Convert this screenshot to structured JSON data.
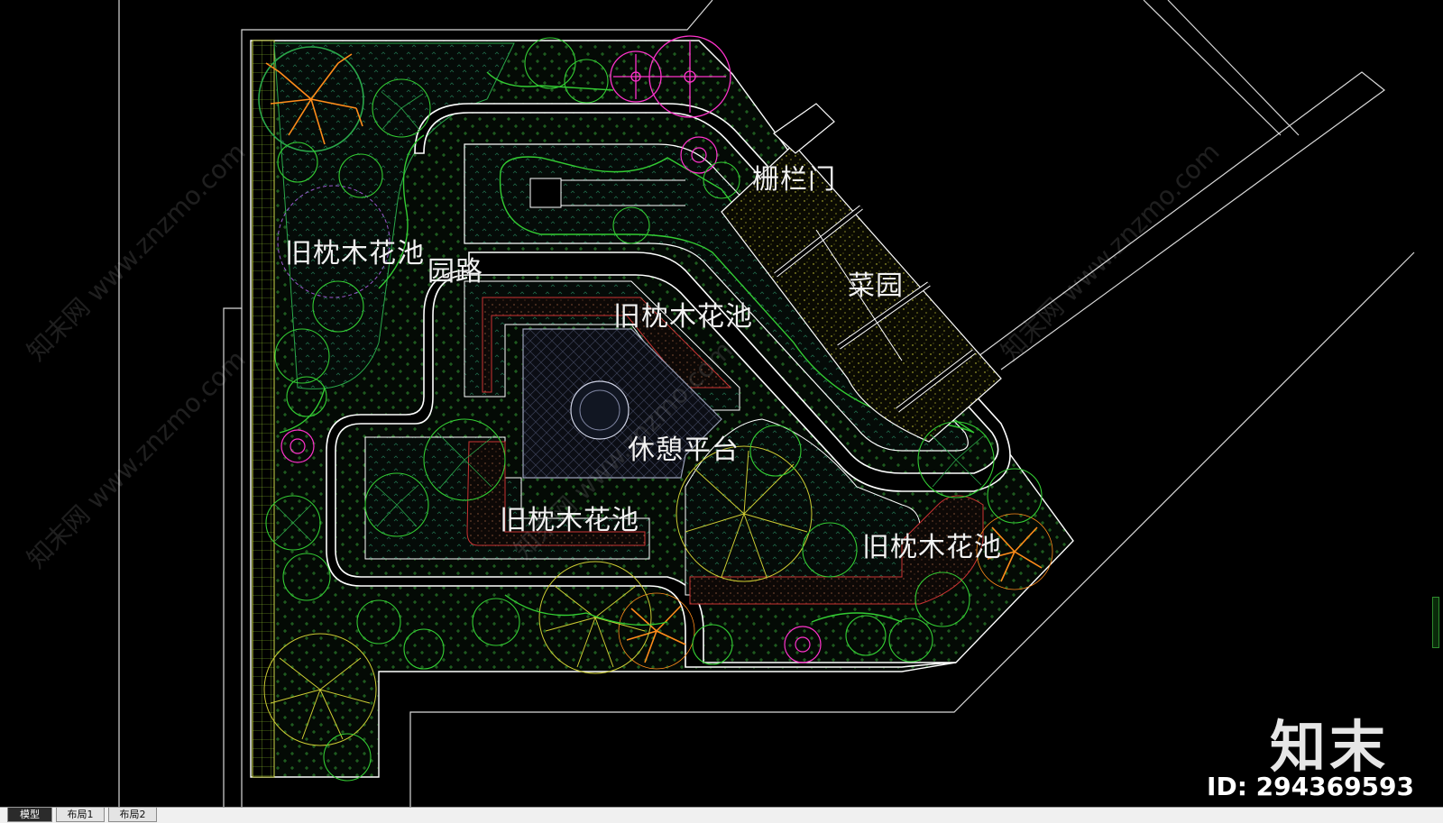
{
  "drawing": {
    "labels": {
      "pool_west": "旧枕木花池",
      "garden_path": "园路",
      "pool_center": "旧枕木花池",
      "fence_gate": "栅栏门",
      "vegetable_garden": "菜园",
      "rest_platform": "休憩平台",
      "pool_south": "旧枕木花池",
      "pool_east": "旧枕木花池"
    },
    "colors": {
      "background": "#000000",
      "boundary_line": "#ffffff",
      "planting_green": "#33cc33",
      "bright_green": "#66ff33",
      "magenta_tree": "#ff33cc",
      "orange_tree": "#ff8c1a",
      "yellow_tree": "#cccc33",
      "vegetable_dots": "#e6e633",
      "pool_red": "#cc3333"
    }
  },
  "watermark": {
    "repeated_text": "知末网 www.znzmo.com",
    "brand": "知末",
    "id": "ID: 294369593"
  },
  "tabs": [
    {
      "label": "模型",
      "active": true
    },
    {
      "label": "布局1",
      "active": false
    },
    {
      "label": "布局2",
      "active": false
    }
  ]
}
